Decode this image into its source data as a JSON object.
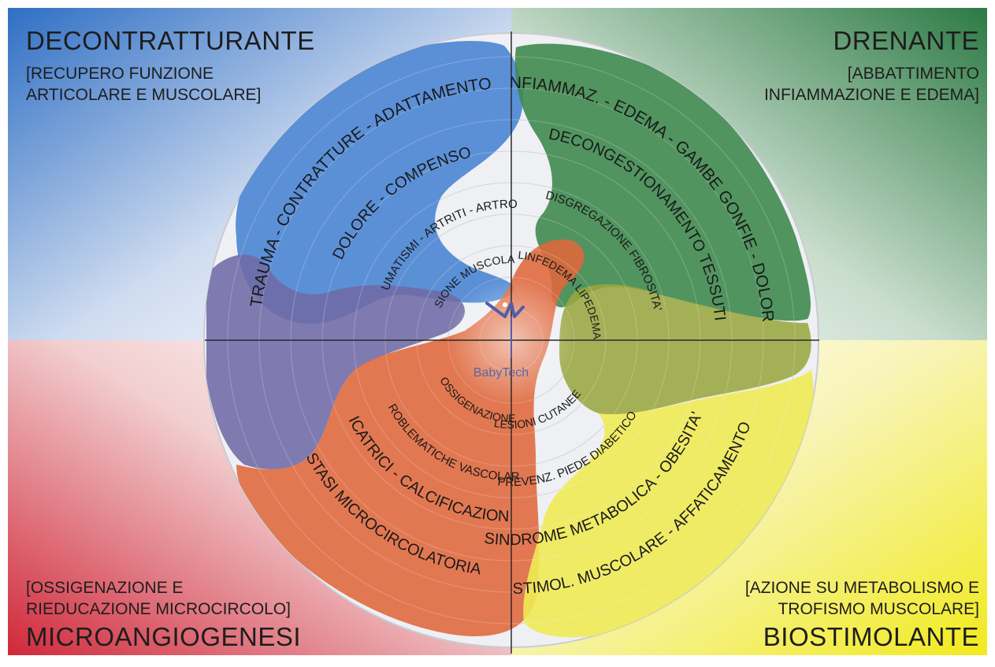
{
  "quadrants": {
    "top_left": {
      "title": "DECONTRATTURANTE",
      "subtitle_line1": "[RECUPERO FUNZIONE",
      "subtitle_line2": "ARTICOLARE E MUSCOLARE]",
      "color": "#2e6fc0"
    },
    "top_right": {
      "title": "DRENANTE",
      "subtitle_line1": "[ABBATTIMENTO",
      "subtitle_line2": "INFIAMMAZIONE E EDEMA]",
      "color": "#2f7d46"
    },
    "bottom_left": {
      "title": "MICROANGIOGENESI",
      "subtitle_line1": "[OSSIGENAZIONE E",
      "subtitle_line2": "RIEDUCAZIONE MICROCIRCOLO]",
      "color": "#d3343f"
    },
    "bottom_right": {
      "title": "BIOSTIMOLANTE",
      "subtitle_line1": "[AZIONE SU METABOLISMO E",
      "subtitle_line2": "TROFISMO MUSCOLARE]",
      "color": "#e8e23a"
    }
  },
  "center_logo": {
    "text": "BabyTech"
  },
  "sectors": {
    "decontratturante": {
      "ring4": "TRAUMA - CONTRATTURE - ADATTAMENTO",
      "ring3": "DOLORE - COMPENSO",
      "ring2": "REUMATISMI - ARTRITI - ARTROSI",
      "ring1": "LESIONE MUSCOLARE"
    },
    "drenante": {
      "ring4": "INFIAMMAZ. - EDEMA - GAMBE GONFIE - DOLORE",
      "ring3": "DECONGESTIONAMENTO TESSUTI",
      "ring2": "DISGREGAZIONE FIBROSITA'",
      "ring1": "LINFEDEMA LIPEDEMA"
    },
    "biostimolante": {
      "ring4": "STIMOL. MUSCOLARE - AFFATICAMENTO",
      "ring3": "SINDROME METABOLICA - OBESITA'",
      "ring2": "PREVENZ. PIEDE DIABETICO",
      "ring1": "LESIONI CUTANEE"
    },
    "microangiogenesi": {
      "ring4": "STASI MICROCIRCOLATORIA",
      "ring3": "CICATRICI - CALCIFICAZIONI",
      "ring2": "PROBLEMATICHE VASCOLARI",
      "ring1": "OSSIGENAZIONE"
    }
  },
  "blob_colors": {
    "blue": "#4a85d4",
    "green": "#3f8a50",
    "purple": "#6f6aa6",
    "orange": "#e0663b",
    "olive": "#9aa640",
    "yellow": "#f0ea55"
  }
}
